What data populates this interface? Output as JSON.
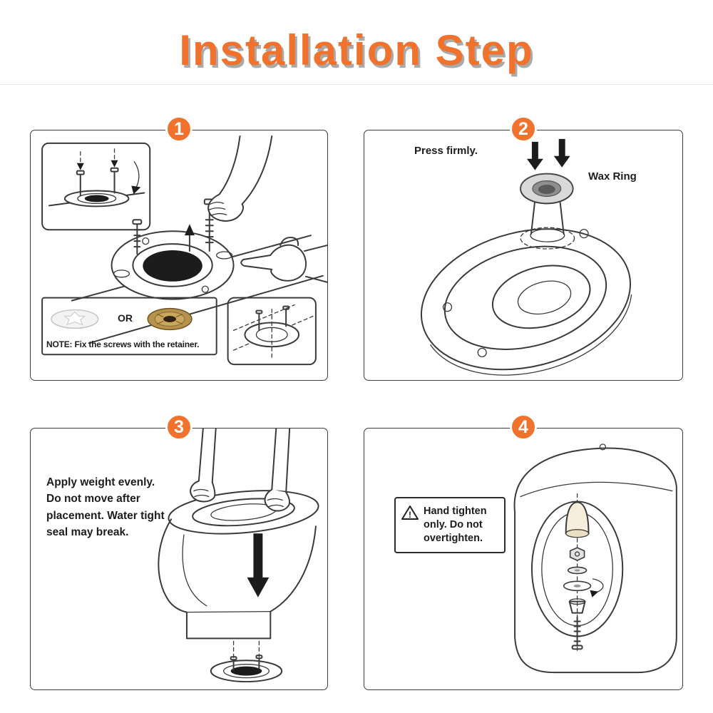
{
  "title": "Installation Step",
  "step1": {
    "number": "1",
    "or_label": "OR",
    "note": "NOTE: Fix the screws with the retainer."
  },
  "step2": {
    "number": "2",
    "press_label": "Press firmly.",
    "wax_ring_label": "Wax Ring"
  },
  "step3": {
    "number": "3",
    "instruction": "Apply weight evenly. Do not move after placement. Water tight seal may break."
  },
  "step4": {
    "number": "4",
    "warning_mark": "!",
    "warning": "Hand tighten only. Do not overtighten."
  },
  "colors": {
    "accent": "#F1722D",
    "line": "#3A3A3A",
    "brass_retainer": "#B5924E",
    "wax_ring": "#D9D9D9"
  }
}
